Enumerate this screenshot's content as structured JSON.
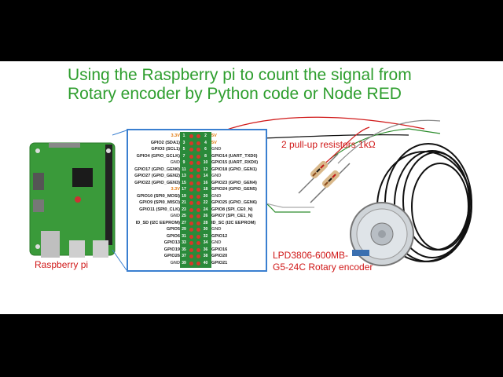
{
  "title": {
    "line1": "Using the Raspberry pi to count the signal from",
    "line2": "Rotary encoder by Python code or Node RED"
  },
  "labels": {
    "resistors": "2 pull-up resistors 1kΩ",
    "raspberry": "Raspberry pi",
    "encoder_line1": "LPD3806-600MB-",
    "encoder_line2": "G5-24C Rotary encoder"
  },
  "pins": [
    {
      "left": "3.3V",
      "n1": "1",
      "n2": "2",
      "right": "5V"
    },
    {
      "left": "GPIO2 (SDA1)",
      "n1": "3",
      "n2": "4",
      "right": "5V"
    },
    {
      "left": "GPIO3 (SCL1)",
      "n1": "5",
      "n2": "6",
      "right": "GND"
    },
    {
      "left": "GPIO4 (GPIO_GCLK)",
      "n1": "7",
      "n2": "8",
      "right": "GPIO14 (UART_TXD0)"
    },
    {
      "left": "GND",
      "n1": "9",
      "n2": "10",
      "right": "GPIO15 (UART_RXD0)"
    },
    {
      "left": "GPIO17 (GPIO_GEN0)",
      "n1": "11",
      "n2": "12",
      "right": "GPIO18 (GPIO_GEN1)"
    },
    {
      "left": "GPIO27 (GPIO_GEN2)",
      "n1": "13",
      "n2": "14",
      "right": "GND"
    },
    {
      "left": "GPIO22 (GPIO_GEN3)",
      "n1": "15",
      "n2": "16",
      "right": "GPIO23 (GPIO_GEN4)"
    },
    {
      "left": "3.3V",
      "n1": "17",
      "n2": "18",
      "right": "GPIO24 (GPIO_GEN5)"
    },
    {
      "left": "GPIO10 (SPI0_MOSI)",
      "n1": "19",
      "n2": "20",
      "right": "GND"
    },
    {
      "left": "GPIO9 (SPI0_MISO)",
      "n1": "21",
      "n2": "22",
      "right": "GPIO25 (GPIO_GEN6)"
    },
    {
      "left": "GPIO11 (SPI0_CLK)",
      "n1": "23",
      "n2": "24",
      "right": "GPIO8 (SPI_CE0_N)"
    },
    {
      "left": "GND",
      "n1": "25",
      "n2": "26",
      "right": "GPIO7 (SPI_CE1_N)"
    },
    {
      "left": "ID_SD (I2C EEPROM)",
      "n1": "27",
      "n2": "28",
      "right": "ID_SC (I2C EEPROM)"
    },
    {
      "left": "GPIO5",
      "n1": "29",
      "n2": "30",
      "right": "GND"
    },
    {
      "left": "GPIO6",
      "n1": "31",
      "n2": "32",
      "right": "GPIO12"
    },
    {
      "left": "GPIO13",
      "n1": "33",
      "n2": "34",
      "right": "GND"
    },
    {
      "left": "GPIO19",
      "n1": "35",
      "n2": "36",
      "right": "GPIO16"
    },
    {
      "left": "GPIO26",
      "n1": "37",
      "n2": "38",
      "right": "GPIO20"
    },
    {
      "left": "GND",
      "n1": "39",
      "n2": "40",
      "right": "GPIO21"
    }
  ],
  "colors": {
    "title": "#2e9e2e",
    "label": "#d01818",
    "board": "#3a9a3a",
    "frame": "#3a7fd0",
    "header": "#2a8a3a"
  }
}
